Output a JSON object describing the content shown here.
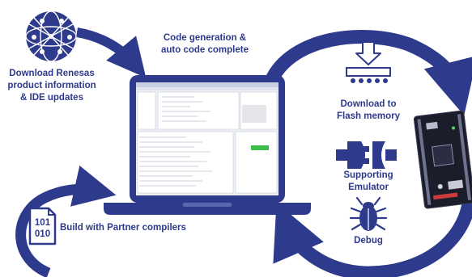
{
  "colors": {
    "accent": "#2e3a8c",
    "screen_bg": "#eef0f4",
    "board": "#1b1d2b"
  },
  "labels": {
    "download_info_line1": "Download Renesas",
    "download_info_line2": "product information",
    "download_info_line3": "& IDE updates",
    "code_gen_line1": "Code generation &",
    "code_gen_line2": "auto code complete",
    "flash_line1": "Download to",
    "flash_line2": "Flash memory",
    "emulator_line1": "Supporting",
    "emulator_line2": "Emulator",
    "debug": "Debug",
    "build": "Build with Partner compilers",
    "binary_top": "101",
    "binary_bottom": "010"
  },
  "icons": {
    "globe": "globe-network-icon",
    "flash": "flash-download-icon",
    "plug": "plug-connector-icon",
    "bug": "bug-icon",
    "binary": "binary-file-icon",
    "board": "microcontroller-board"
  }
}
